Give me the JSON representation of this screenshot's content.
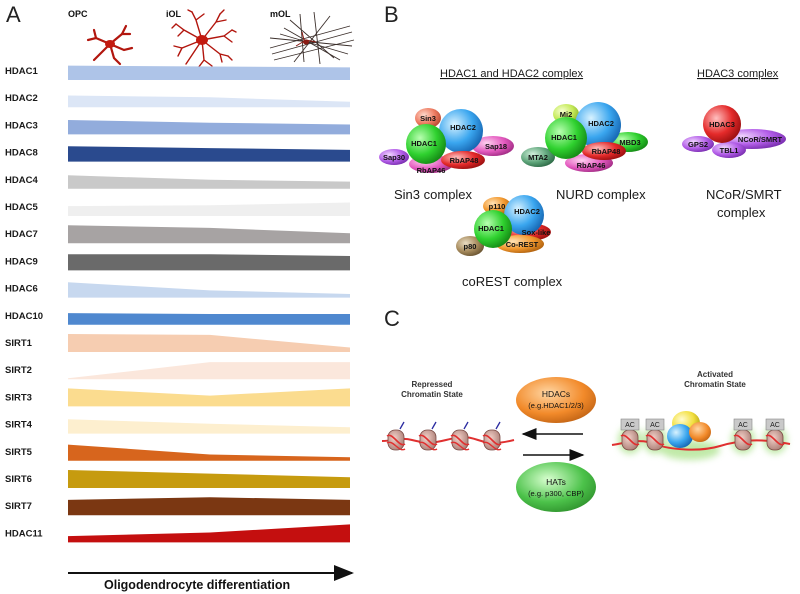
{
  "panel_a": {
    "letter": "A",
    "cell_labels": [
      "OPC",
      "iOL",
      "mOL"
    ],
    "rows": [
      {
        "name": "HDAC1",
        "color": "#aec4e8",
        "levels": [
          0.8,
          0.75,
          0.7
        ]
      },
      {
        "name": "HDAC2",
        "color": "#dce6f6",
        "levels": [
          0.65,
          0.55,
          0.3
        ]
      },
      {
        "name": "HDAC3",
        "color": "#92acdc",
        "levels": [
          0.8,
          0.65,
          0.55
        ]
      },
      {
        "name": "HDAC8",
        "color": "#2a4a8e",
        "levels": [
          0.85,
          0.75,
          0.65
        ]
      },
      {
        "name": "HDAC4",
        "color": "#c9c9c9",
        "levels": [
          0.75,
          0.5,
          0.4
        ]
      },
      {
        "name": "HDAC5",
        "color": "#efefef",
        "levels": [
          0.55,
          0.6,
          0.75
        ]
      },
      {
        "name": "HDAC7",
        "color": "#a7a3a3",
        "levels": [
          1.0,
          0.85,
          0.55
        ]
      },
      {
        "name": "HDAC9",
        "color": "#6a6a6a",
        "levels": [
          0.9,
          0.9,
          0.8
        ]
      },
      {
        "name": "HDAC6",
        "color": "#c7d8ef",
        "levels": [
          0.85,
          0.4,
          0.2
        ]
      },
      {
        "name": "HDAC10",
        "color": "#4f88cf",
        "levels": [
          0.65,
          0.6,
          0.6
        ]
      },
      {
        "name": "SIRT1",
        "color": "#f6cdb1",
        "levels": [
          1.0,
          0.95,
          0.25
        ]
      },
      {
        "name": "SIRT2",
        "color": "#fbe7dc",
        "levels": [
          0.05,
          0.95,
          0.95
        ]
      },
      {
        "name": "SIRT3",
        "color": "#fbdc8f",
        "levels": [
          1.0,
          0.6,
          1.0
        ]
      },
      {
        "name": "SIRT4",
        "color": "#fdefcf",
        "levels": [
          0.8,
          0.55,
          0.35
        ]
      },
      {
        "name": "SIRT5",
        "color": "#d7651d",
        "levels": [
          0.9,
          0.35,
          0.2
        ]
      },
      {
        "name": "SIRT6",
        "color": "#c69b0f",
        "levels": [
          1.0,
          0.8,
          0.6
        ]
      },
      {
        "name": "SIRT7",
        "color": "#7b3712",
        "levels": [
          0.85,
          1.0,
          0.85
        ]
      },
      {
        "name": "HDAC11",
        "color": "#c40f0f",
        "levels": [
          0.35,
          0.55,
          1.0
        ]
      }
    ],
    "axis_title": "Oligodendrocyte differentiation"
  },
  "panel_b": {
    "letter": "B",
    "header_12": "HDAC1 and HDAC2 complex",
    "header_3": "HDAC3 complex",
    "sin3": {
      "title": "Sin3 complex",
      "subunits": [
        "Sin3",
        "HDAC2",
        "HDAC1",
        "Sap18",
        "RbAP48",
        "RbAP46",
        "Sap30"
      ]
    },
    "nurd": {
      "title": "NURD complex",
      "subunits": [
        "Mi2",
        "HDAC2",
        "HDAC1",
        "MBD3",
        "RbAP48",
        "RbAP46",
        "MTA2"
      ]
    },
    "corest": {
      "title": "coREST complex",
      "subunits": [
        "p110",
        "HDAC2",
        "HDAC1",
        "Sox-like",
        "Co-REST",
        "p80"
      ]
    },
    "ncor": {
      "title_line1": "NCoR/SMRT",
      "title_line2": "complex",
      "subunits": [
        "HDAC3",
        "GPS2",
        "TBL1",
        "NCoR/SMRT"
      ]
    }
  },
  "panel_c": {
    "letter": "C",
    "repressed_line1": "Repressed",
    "repressed_line2": "Chromatin State",
    "activated_line1": "Activated",
    "activated_line2": "Chromatin State",
    "hdacs_label": "HDACs",
    "hdacs_sub": "(e.g.HDAC1/2/3)",
    "hats_label": "HATs",
    "hats_sub": "(e.g. p300, CBP)",
    "ac_label": "AC",
    "colors": {
      "hdacs": "#f28a2a",
      "hats": "#4cc24a",
      "dna": "#e03030",
      "glow": "#b6e69a"
    }
  }
}
